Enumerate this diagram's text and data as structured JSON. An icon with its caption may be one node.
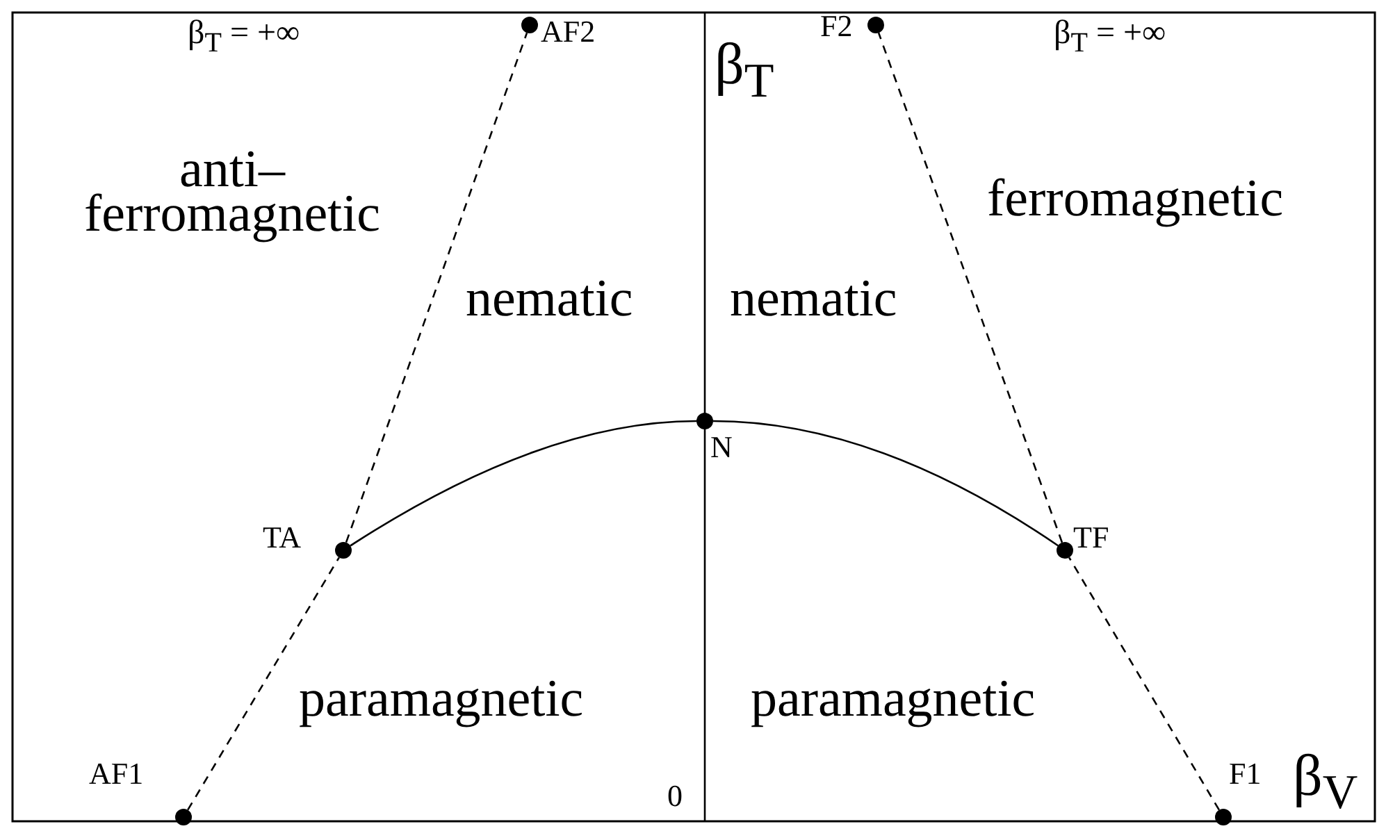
{
  "diagram": {
    "nodes": [
      {
        "text": [],
        "shape": "circle",
        "beside": [
          "AF2"
        ]
      },
      {
        "text": [],
        "shape": "circle",
        "beside": [
          "F2"
        ]
      },
      {
        "text": [],
        "shape": "circle",
        "beside": [
          "N"
        ]
      },
      {
        "text": [],
        "shape": "circle",
        "beside": [
          "TA"
        ]
      },
      {
        "text": [],
        "shape": "circle",
        "beside": [
          "TF"
        ]
      },
      {
        "text": [],
        "shape": "circle",
        "beside": [
          "AF1"
        ]
      },
      {
        "text": [],
        "shape": "circle",
        "beside": [
          "F1"
        ]
      }
    ],
    "edges": [
      {
        "from": 5,
        "to": 3,
        "arrow": "none",
        "style": "dashed"
      },
      {
        "from": 3,
        "to": 0,
        "arrow": "none",
        "style": "dashed"
      },
      {
        "from": 6,
        "to": 4,
        "arrow": "none",
        "style": "dashed"
      },
      {
        "from": 4,
        "to": 1,
        "arrow": "none",
        "style": "dashed"
      },
      {
        "from": 3,
        "to": 2,
        "arrow": "none"
      },
      {
        "from": 2,
        "to": 4,
        "arrow": "none"
      }
    ],
    "labels": [
      "β$_{T}$ = +∞",
      "β$_{T}$",
      "β$_{T}$ = +∞",
      "anti– ferromagnetic",
      "ferromagnetic",
      "nematic",
      "nematic",
      "paramagnetic",
      "paramagnetic",
      "0",
      "β$_{V}$"
    ]
  }
}
